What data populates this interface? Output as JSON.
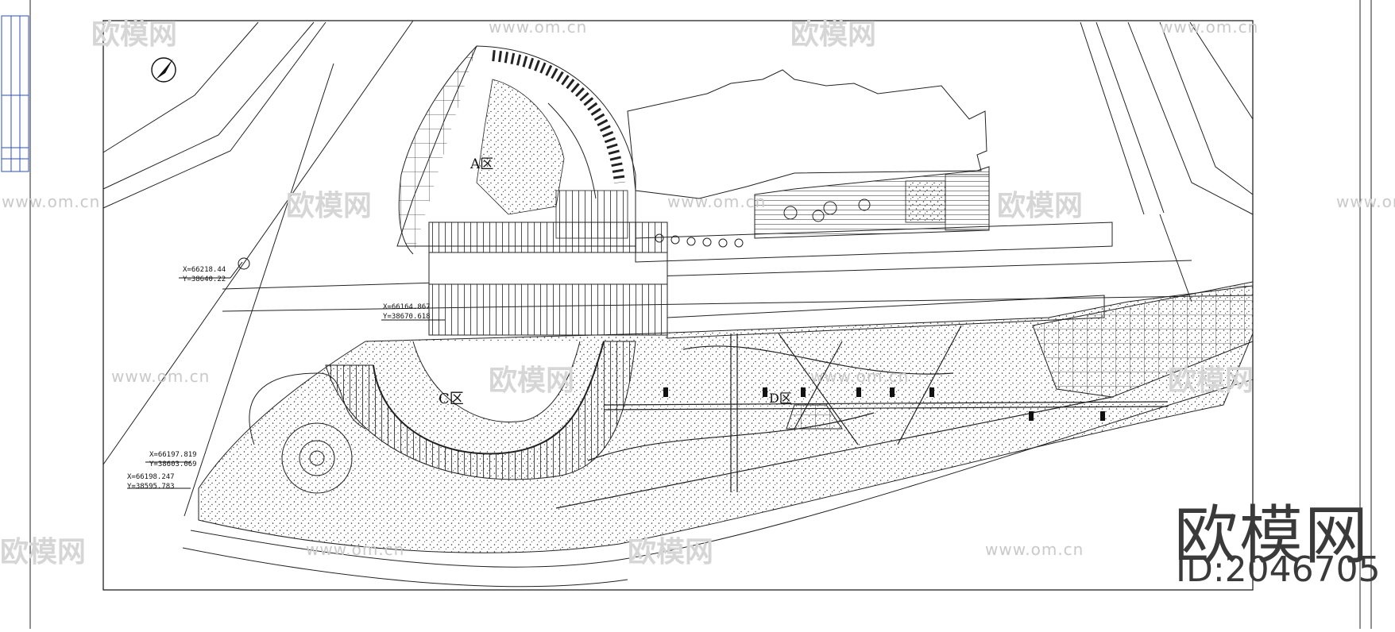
{
  "zones": {
    "a": "A区",
    "c": "C区",
    "d": "D区"
  },
  "coordinates": [
    {
      "x": "X=66218.44",
      "y": "Y=38640.22"
    },
    {
      "x": "X=66164.867",
      "y": "Y=38670.618"
    },
    {
      "x": "X=66197.819",
      "y": "Y=38603.069"
    },
    {
      "x": "X=66198.247",
      "y": "Y=38595.783"
    }
  ],
  "watermark": {
    "site_text": "www.om.cn",
    "logo_text": "欧模网",
    "corner_logo": "欧模网",
    "corner_id": "ID:2046705"
  },
  "colors": {
    "line": "#1a1a1a",
    "title_block": "#2b4fbf",
    "watermark": "#c9c9c9"
  }
}
